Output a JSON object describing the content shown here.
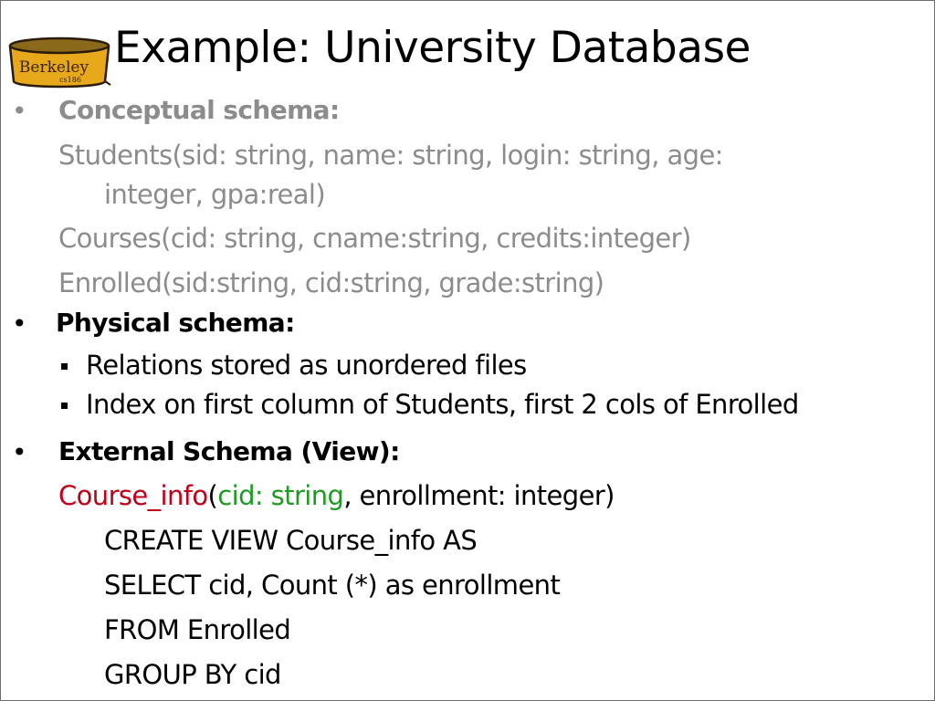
{
  "slide": {
    "title": "Example: University Database",
    "logo": {
      "icon": "berkeley-cs186-can-logo-icon",
      "text": "Berkeley",
      "subtext": "cs186",
      "colors": {
        "fill": "#e8a81c",
        "outline": "#3a2a10",
        "text": "#3a2208"
      }
    },
    "bullet_glyph": "•",
    "sections": {
      "conceptual": {
        "heading": "Conceptual schema:",
        "lines": [
          "Students(sid: string, name: string, login: string, age:",
          "integer, gpa:real)",
          "Courses(cid: string, cname:string,  credits:integer)",
          "Enrolled(sid:string, cid:string,  grade:string)"
        ],
        "color": "#8c8c8c"
      },
      "physical": {
        "heading": "Physical schema:",
        "items": [
          "Relations stored as unordered files",
          "Index on first column of Students, first 2 cols of Enrolled"
        ]
      },
      "external": {
        "heading": "External Schema (View):",
        "view_signature": {
          "name": "Course_info",
          "open_paren": "(",
          "first_field": "cid: string",
          "rest": ", enrollment: integer)"
        },
        "sql": [
          "CREATE VIEW Course_info AS",
          "SELECT cid, Count (*) as enrollment",
          "FROM Enrolled",
          "GROUP BY cid"
        ],
        "colors": {
          "view_name": "#c00018",
          "key_field": "#1f9a22"
        }
      }
    }
  }
}
